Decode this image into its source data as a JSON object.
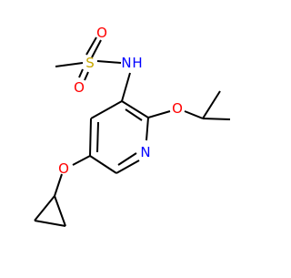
{
  "molecule": {
    "atom_labels": {
      "sulfur": "S",
      "oxygen_top": "O",
      "oxygen_bottom": "O",
      "sulfonamide_nh": "N",
      "sulfonamide_h": "H",
      "ring_nitrogen": "N",
      "isopropoxy_oxygen": "O",
      "cyclopropoxy_oxygen": "O"
    },
    "colors": {
      "bond": "#000000",
      "sulfur": "#c8a800",
      "oxygen": "#ff0000",
      "nitrogen": "#0000ff",
      "carbon": "#000000"
    }
  }
}
